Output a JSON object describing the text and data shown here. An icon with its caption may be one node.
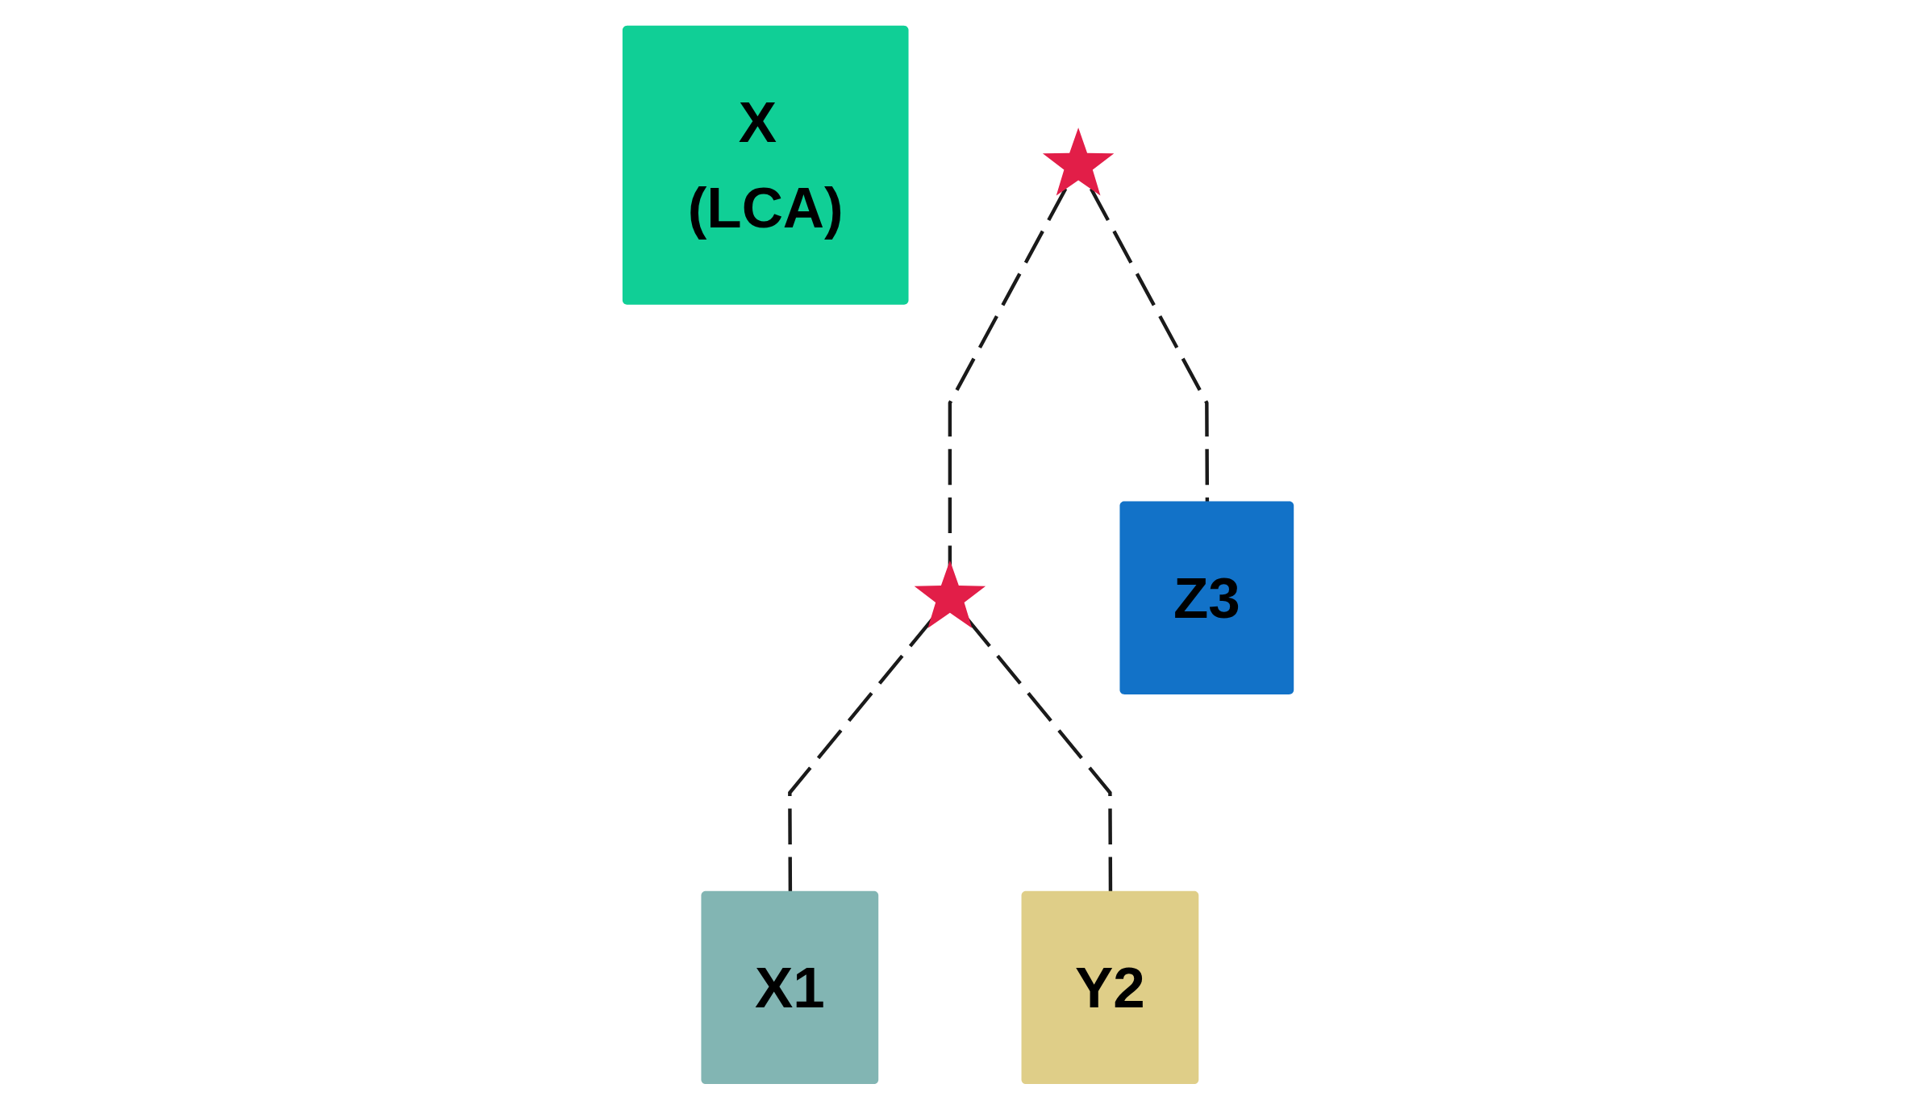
{
  "diagram": {
    "nodes": [
      {
        "text": [
          "X (LCA)"
        ]
      },
      {
        "text": [],
        "shape": "star"
      },
      {
        "text": [],
        "shape": "star"
      },
      {
        "text": [
          "X1"
        ]
      },
      {
        "text": [
          "Y2"
        ]
      },
      {
        "text": [
          "Z3"
        ]
      }
    ],
    "edges": [
      {
        "from": 1,
        "to": 2,
        "arrow": "none",
        "style": "dashed"
      },
      {
        "from": 2,
        "to": 3,
        "arrow": "none",
        "style": "dashed"
      },
      {
        "from": 2,
        "to": 4,
        "arrow": "none",
        "style": "dashed"
      },
      {
        "from": 1,
        "to": 5,
        "arrow": "none",
        "style": "dashed"
      }
    ]
  }
}
